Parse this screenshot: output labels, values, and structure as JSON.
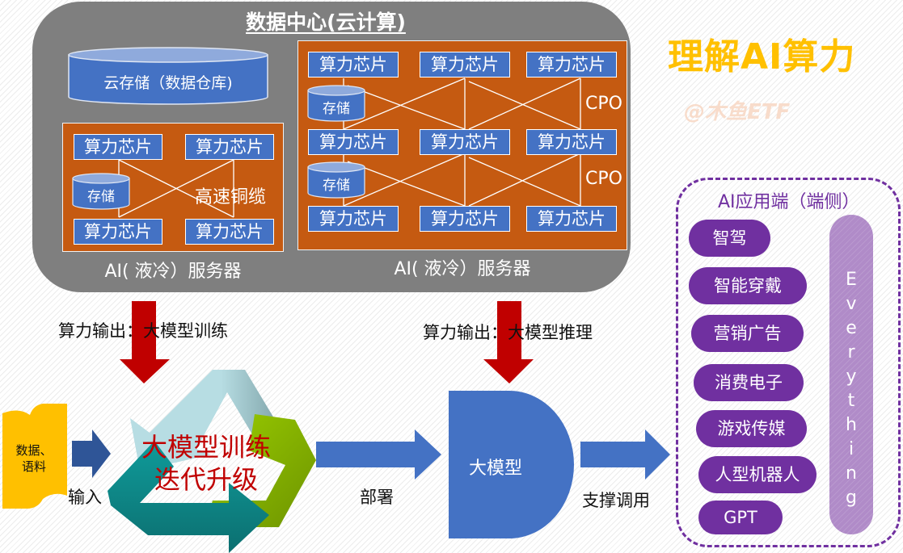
{
  "title": "理解AI算力",
  "watermark": "@木鱼ETF",
  "data_center": {
    "title": "数据中心(云计算)",
    "cloud_storage": "云存储（数据仓库)",
    "server_small": {
      "chips": [
        "算力芯片",
        "算力芯片",
        "算力芯片",
        "算力芯片"
      ],
      "storage": "存储",
      "link_label": "高速铜缆",
      "label": "AI( 液冷）服务器"
    },
    "server_large": {
      "chips": [
        "算力芯片",
        "算力芯片",
        "算力芯片",
        "算力芯片",
        "算力芯片",
        "算力芯片",
        "算力芯片",
        "算力芯片",
        "算力芯片"
      ],
      "storage": [
        "存储",
        "存储"
      ],
      "link_labels": [
        "CPO",
        "CPO"
      ],
      "label": "AI( 液冷）服务器"
    }
  },
  "outputs": {
    "training": "算力输出：大模型训练",
    "inference": "算力输出：大模型推理"
  },
  "flow": {
    "data_source": [
      "数据、",
      "语料"
    ],
    "input_label": "输入",
    "cycle_text": [
      "大模型训练",
      "迭代升级"
    ],
    "deploy_label": "部署",
    "model_label": "大模型",
    "support_label": "支撑调用"
  },
  "apps": {
    "title": "AI应用端（端侧）",
    "items": [
      "智驾",
      "智能穿戴",
      "营销广告",
      "消费电子",
      "游戏传媒",
      "人型机器人",
      "GPT"
    ],
    "everything": [
      "E",
      "v",
      "e",
      "r",
      "y",
      "t",
      "h",
      "i",
      "n",
      "g"
    ]
  },
  "colors": {
    "title": "#ffc000",
    "panel_gray": "#7f7f7f",
    "server_orange": "#c55a11",
    "chip_blue": "#4472c4",
    "arrow_red": "#c00000",
    "app_purple": "#7030a0",
    "everything_purple": "#b08bc8",
    "data_yellow": "#ffc000"
  }
}
